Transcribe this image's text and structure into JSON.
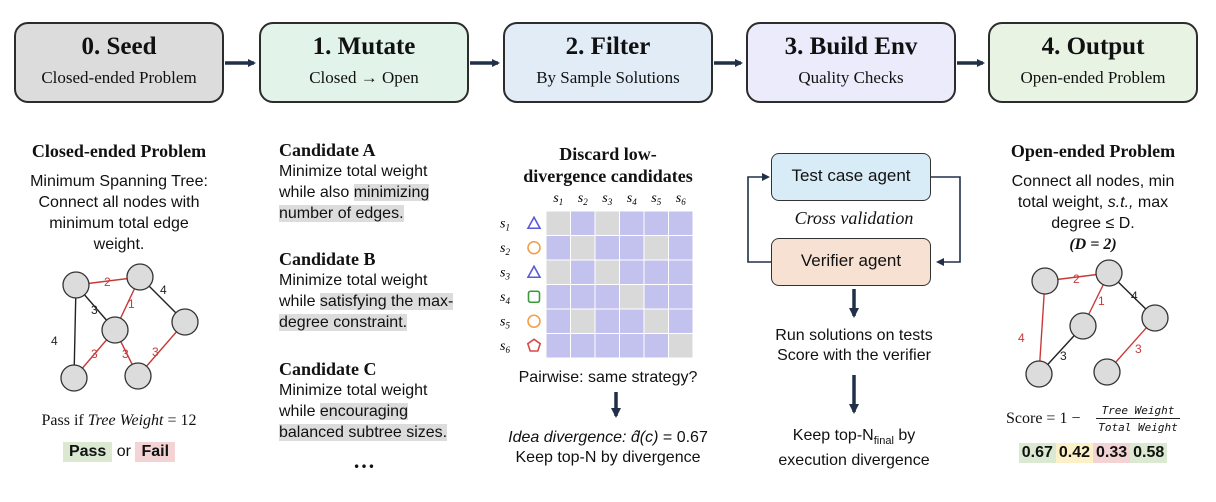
{
  "stages": [
    {
      "title": "0. Seed",
      "subtitle": "Closed-ended Problem"
    },
    {
      "title": "1. Mutate",
      "subtitle": "Closed → Open"
    },
    {
      "title": "2. Filter",
      "subtitle": "By Sample Solutions"
    },
    {
      "title": "3. Build Env",
      "subtitle": "Quality Checks"
    },
    {
      "title": "4. Output",
      "subtitle": "Open-ended Problem"
    }
  ],
  "seed": {
    "heading": "Closed-ended Problem",
    "desc": [
      "Minimum Spanning Tree:",
      "Connect all nodes with",
      "minimum total edge",
      "weight."
    ],
    "graph_edges": [
      {
        "label": "2",
        "color": "red"
      },
      {
        "label": "4",
        "color": "black"
      },
      {
        "label": "3",
        "color": "black"
      },
      {
        "label": "1",
        "color": "red"
      },
      {
        "label": "4",
        "color": "black"
      },
      {
        "label": "3",
        "color": "red"
      },
      {
        "label": "3",
        "color": "red"
      },
      {
        "label": "3",
        "color": "red"
      }
    ],
    "pass_prefix": "Pass if ",
    "pass_var": "Tree Weight",
    "pass_suffix": " = 12",
    "pass_label": "Pass",
    "or_label": "or",
    "fail_label": "Fail"
  },
  "mutate": {
    "candidates": [
      {
        "name": "Candidate A",
        "l1": "Minimize total weight",
        "l2a": "while also ",
        "l2b": "minimizing",
        "l3": "number of edges."
      },
      {
        "name": "Candidate B",
        "l1": "Minimize total weight",
        "l2a": "while ",
        "l2b": "satisfying the max-",
        "l3": "degree constraint."
      },
      {
        "name": "Candidate C",
        "l1": "Minimize total weight",
        "l2a": "while ",
        "l2b": "encouraging",
        "l3": "balanced subtree sizes."
      }
    ],
    "ellipsis": "…"
  },
  "filter": {
    "heading_l1": "Discard low-",
    "heading_l2": "divergence candidates",
    "labels": [
      "s1",
      "s2",
      "s3",
      "s4",
      "s5",
      "s6"
    ],
    "markers": [
      {
        "shape": "triangle",
        "color": "#5a5ad6"
      },
      {
        "shape": "circle",
        "color": "#f0a04b"
      },
      {
        "shape": "triangle",
        "color": "#5a5ad6"
      },
      {
        "shape": "square",
        "color": "#3a9a3a"
      },
      {
        "shape": "circle",
        "color": "#f0a04b"
      },
      {
        "shape": "pentagon",
        "color": "#d84848"
      }
    ],
    "matrix": [
      [
        1,
        0,
        1,
        0,
        0,
        0
      ],
      [
        0,
        1,
        0,
        0,
        1,
        0
      ],
      [
        1,
        0,
        1,
        0,
        0,
        0
      ],
      [
        0,
        0,
        0,
        1,
        0,
        0
      ],
      [
        0,
        1,
        0,
        0,
        1,
        0
      ],
      [
        0,
        0,
        0,
        0,
        0,
        1
      ]
    ],
    "colors": {
      "same": "#d9d9d9",
      "diff": "#c3c2ef"
    },
    "caption": "Pairwise: same strategy?",
    "div_label": "Idea divergence: ",
    "div_value": "= 0.67",
    "keep_text": "Keep top-N by divergence"
  },
  "env": {
    "agent1": "Test case agent",
    "cross": "Cross validation",
    "agent2": "Verifier agent",
    "run1": "Run solutions on tests",
    "run2": "Score with the verifier",
    "keep1": "Keep top-N",
    "keep_sub": "final",
    "keep_by": " by",
    "keep2": "execution divergence"
  },
  "output": {
    "heading": "Open-ended Problem",
    "l1": "Connect all nodes, min",
    "l2a": "total weight, ",
    "l2b": "s.t.,",
    "l2c": " max",
    "l3": "degree ≤ D.",
    "constraint": "(D = 2)",
    "graph_edges": [
      {
        "label": "2",
        "color": "red"
      },
      {
        "label": "4",
        "color": "red"
      },
      {
        "label": "1",
        "color": "red"
      },
      {
        "label": "4",
        "color": "black"
      },
      {
        "label": "3",
        "color": "black"
      },
      {
        "label": "3",
        "color": "red"
      }
    ],
    "score_prefix": "Score = 1 −",
    "frac_num": "Tree Weight",
    "frac_den": "Total Weight",
    "scores": [
      {
        "v": "0.67",
        "bg": "#dbe9d2"
      },
      {
        "v": "0.42",
        "bg": "#fbf0c8"
      },
      {
        "v": "0.33",
        "bg": "#f3d3d3"
      },
      {
        "v": "0.58",
        "bg": "#dbe9d2"
      }
    ]
  }
}
